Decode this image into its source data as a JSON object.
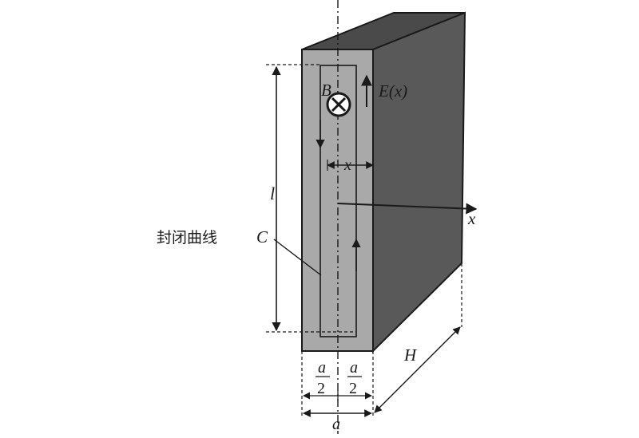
{
  "labels": {
    "B": "B",
    "E": "E(x)",
    "x_small": "x",
    "l": "l",
    "curve_cn": "封闭曲线",
    "curve_C": "C",
    "x_axis": "x",
    "H": "H",
    "a": "a",
    "half_num": "a",
    "half_den": "2"
  },
  "colors": {
    "front_face": "#a9a9a9",
    "side_face": "#595959",
    "top_face": "#4a4a4a",
    "lines": "#1a1a1a"
  },
  "icons": {
    "field_into_page": "circle-cross-icon"
  }
}
